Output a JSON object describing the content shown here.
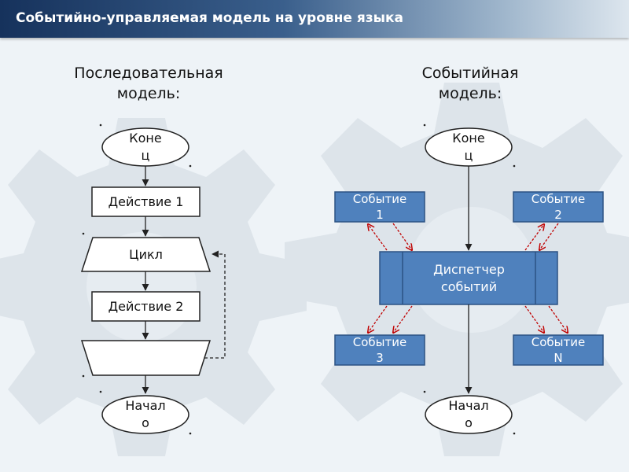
{
  "header": {
    "title": "Событийно-управляемая модель на уровне языка"
  },
  "left_model": {
    "title": "Последовательная\nмодель:",
    "end_label": "Коне\nц",
    "action1_label": "Действие 1",
    "loop_label": "Цикл",
    "action2_label": "Действие 2",
    "start_label": "Начал\nо"
  },
  "right_model": {
    "title": "Событийная\nмодель:",
    "end_label": "Коне\nц",
    "dispatcher_label": "Диспетчер\nсобытий",
    "event1_label": "Событие\n1",
    "event2_label": "Событие\n2",
    "event3_label": "Событие\n3",
    "eventN_label": "Событие\nN",
    "start_label": "Начал\nо"
  },
  "colors": {
    "event_box_fill": "#4f81bd",
    "event_box_border": "#2c5283",
    "red_arrow": "#c00000",
    "line": "#222222"
  }
}
